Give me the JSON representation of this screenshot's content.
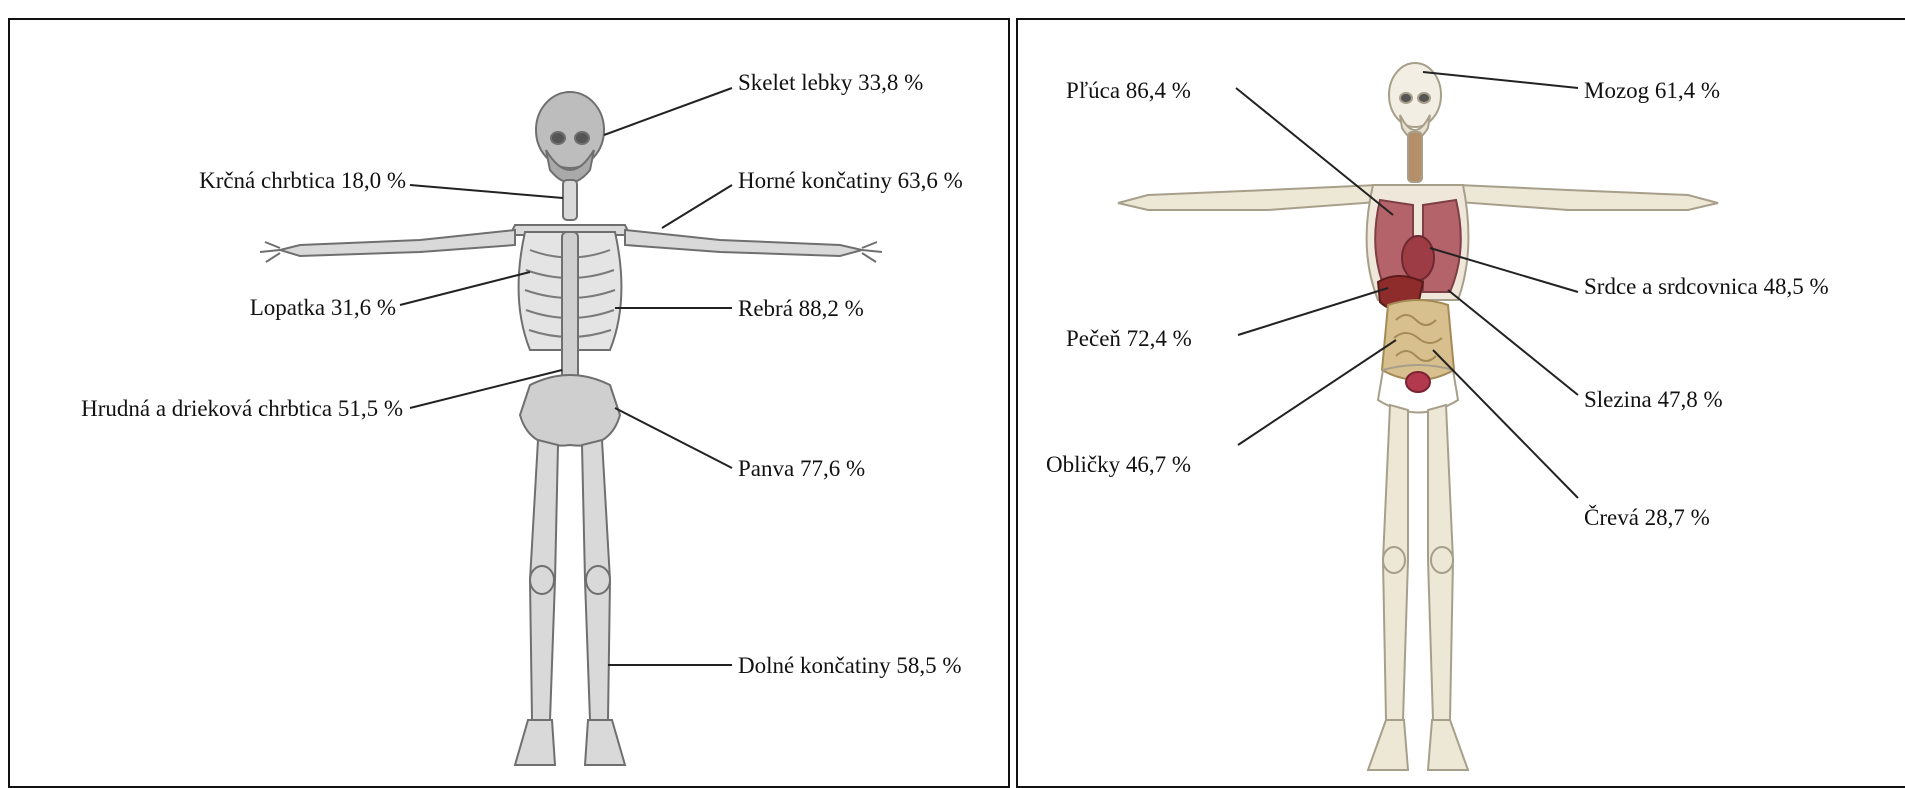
{
  "panels": {
    "skeleton": {
      "labels": {
        "skull": "Skelet lebky 33,8 %",
        "cervical_spine": "Krčná chrbtica 18,0 %",
        "upper_limbs": "Horné končatiny 63,6 %",
        "scapula": "Lopatka 31,6 %",
        "ribs": "Rebrá 88,2 %",
        "thoracolumbar_spine": "Hrudná a drieková chrbtica 51,5 %",
        "pelvis": "Panva 77,6 %",
        "lower_limbs": "Dolné končatiny 58,5 %"
      }
    },
    "organs": {
      "labels": {
        "lungs": "Pľúca 86,4 %",
        "brain": "Mozog 61,4 %",
        "heart": "Srdce a srdcovnica 48,5 %",
        "liver": "Pečeň 72,4 %",
        "spleen": "Slezina 47,8 %",
        "kidneys": "Obličky 46,7 %",
        "intestines": "Črevá 28,7 %"
      }
    }
  },
  "colors": {
    "bone": "#d9d9d9",
    "bone_outline": "#6f6f6f",
    "skull_dark": "#8a8a8a",
    "organ_bone": "#ede7d6",
    "lung": "#b5636a",
    "liver": "#8e2c2c",
    "intestine": "#d8c08e",
    "kidney": "#b33a4e",
    "leader_line": "#222222",
    "frame": "#111111"
  }
}
